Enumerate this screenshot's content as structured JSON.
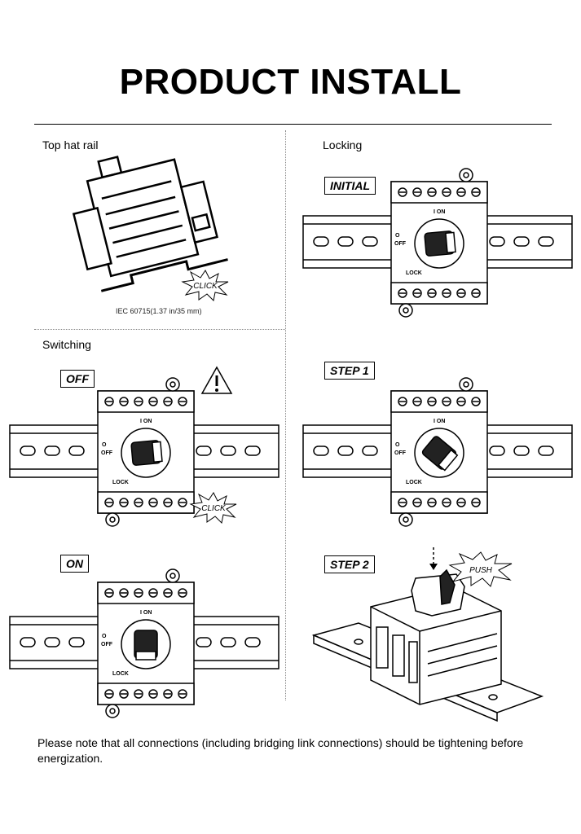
{
  "title": "PRODUCT INSTALL",
  "sections": {
    "top_hat_rail": {
      "label": "Top hat rail",
      "caption": "IEC 60715(1.37 in/35 mm)",
      "burst": "CLICK"
    },
    "locking": {
      "label": "Locking"
    },
    "switching": {
      "label": "Switching"
    }
  },
  "panels": {
    "initial": {
      "label": "INITIAL"
    },
    "off": {
      "label": "OFF",
      "burst": "CLICK"
    },
    "step1": {
      "label": "STEP 1"
    },
    "on": {
      "label": "ON"
    },
    "step2": {
      "label": "STEP 2",
      "burst": "PUSH"
    }
  },
  "switch_text": {
    "on": "I ON",
    "off": "OFF",
    "lock": "LOCK",
    "off_symbol": "O"
  },
  "note": "Please note that all connections (including bridging link connections) should be tightening before energization."
}
